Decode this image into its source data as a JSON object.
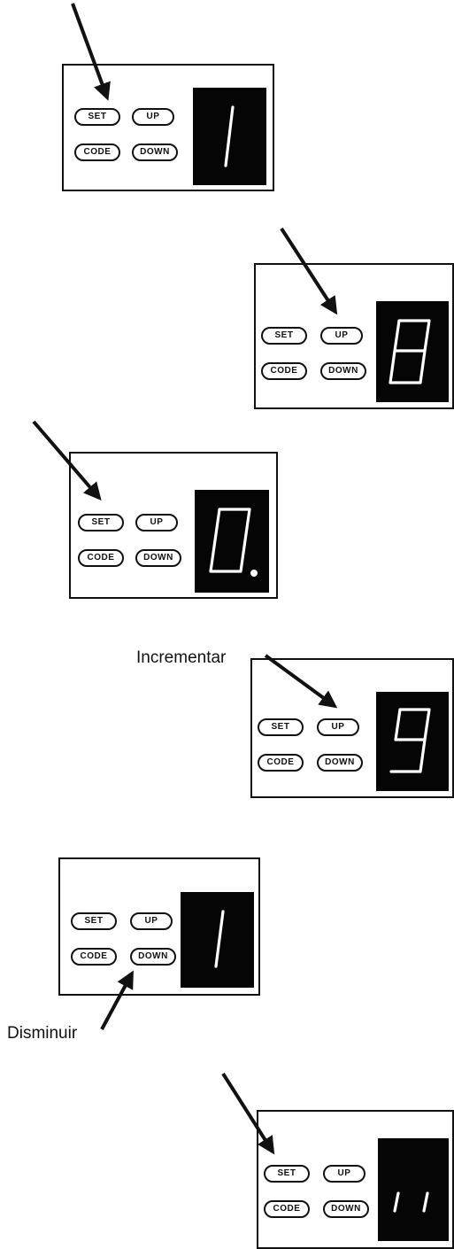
{
  "panels": [
    {
      "buttons": {
        "set": "SET",
        "up": "UP",
        "code": "CODE",
        "down": "DOWN"
      },
      "display": "1",
      "pressed": "set"
    },
    {
      "buttons": {
        "set": "SET",
        "up": "UP",
        "code": "CODE",
        "down": "DOWN"
      },
      "display": "8",
      "pressed": "up"
    },
    {
      "buttons": {
        "set": "SET",
        "up": "UP",
        "code": "CODE",
        "down": "DOWN"
      },
      "display": "0.",
      "pressed": "set"
    },
    {
      "buttons": {
        "set": "SET",
        "up": "UP",
        "code": "CODE",
        "down": "DOWN"
      },
      "display": "9",
      "pressed": "up"
    },
    {
      "buttons": {
        "set": "SET",
        "up": "UP",
        "code": "CODE",
        "down": "DOWN"
      },
      "display": "1",
      "pressed": "down"
    },
    {
      "buttons": {
        "set": "SET",
        "up": "UP",
        "code": "CODE",
        "down": "DOWN"
      },
      "display": "11",
      "pressed": "set"
    }
  ],
  "annotations": {
    "increment": "Incrementar",
    "decrease": "Disminuir"
  }
}
